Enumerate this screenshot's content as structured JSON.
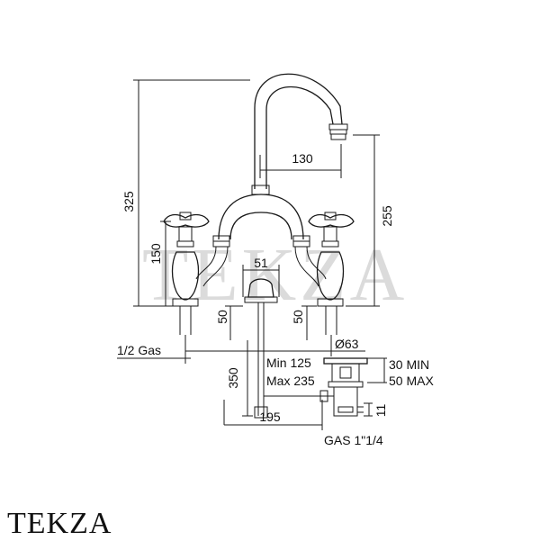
{
  "watermark": "TEKZA",
  "brand": "TEKZA",
  "dimensions": {
    "overall_height": "325",
    "spout_reach": "130",
    "spout_height": "255",
    "handle_height": "150",
    "center_width": "51",
    "left_shank": "50",
    "right_shank": "50",
    "inlet_thread": "1/2 Gas",
    "waste_diameter": "Ø63",
    "deck_min": "Min 125",
    "deck_max": "Max 235",
    "rod_length": "350",
    "waste_min": "30 MIN",
    "waste_max": "50 MAX",
    "waste_offset": "195",
    "waste_gap": "11",
    "waste_thread": "GAS 1\"1/4"
  },
  "colors": {
    "line": "#1a1a1a",
    "watermark": "#bdbdbd"
  }
}
